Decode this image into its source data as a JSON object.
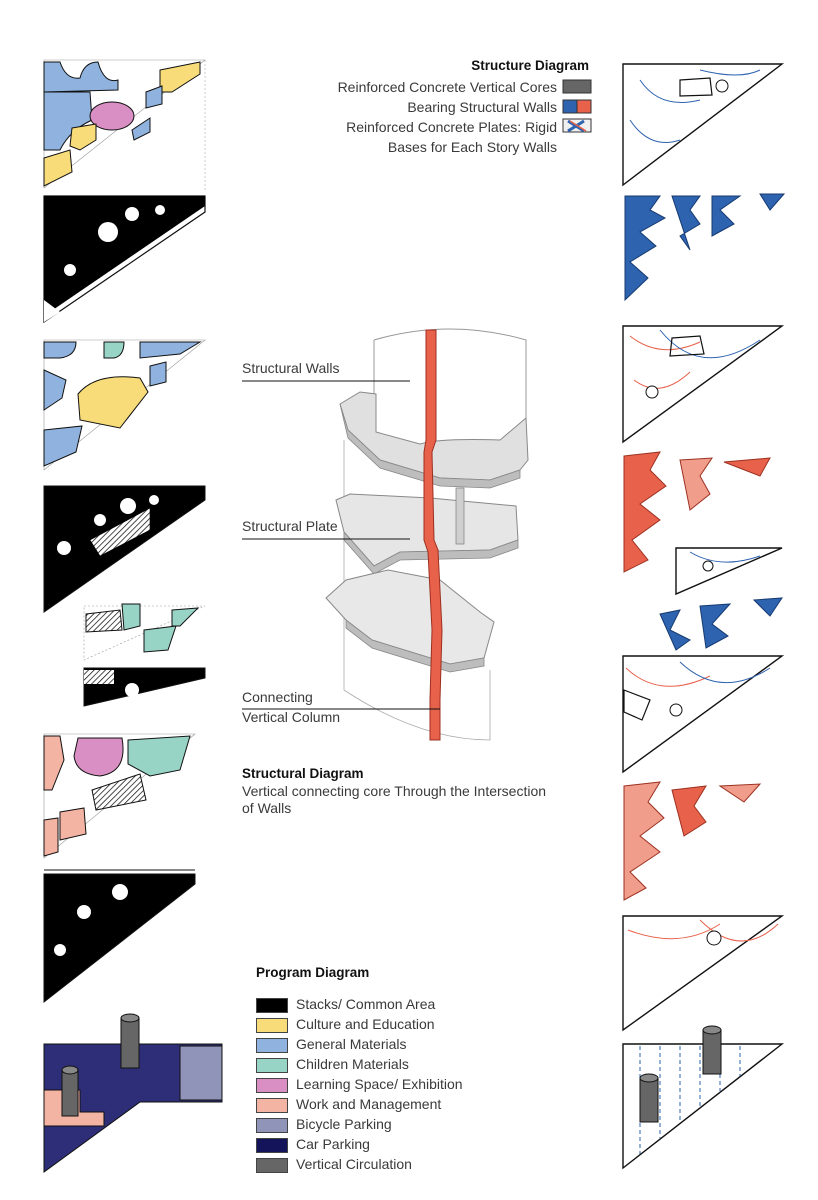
{
  "structure_legend": {
    "title": "Structure Diagram",
    "items": [
      {
        "label": "Reinforced Concrete Vertical Cores",
        "icon": "grey-core-swatch"
      },
      {
        "label": "Bearing Structural Walls",
        "icon": "blue-red-wall-swatch"
      },
      {
        "label": "Reinforced Concrete Plates: Rigid",
        "icon": "x-plate-swatch"
      },
      {
        "label": "Bases for Each Story Walls",
        "icon": ""
      }
    ]
  },
  "axon": {
    "labels": {
      "walls": "Structural Walls",
      "plate": "Structural Plate",
      "column_line1": "Connecting",
      "column_line2": "Vertical Column"
    }
  },
  "structural_caption": {
    "title": "Structural Diagram",
    "line1": "Vertical connecting core Through the Intersection",
    "line2": "of Walls"
  },
  "program_legend": {
    "title": "Program Diagram",
    "items": [
      {
        "label": "Stacks/ Common Area",
        "color": "#000000"
      },
      {
        "label": "Culture and Education",
        "color": "#F7DC79"
      },
      {
        "label": "General Materials",
        "color": "#8FB3DE"
      },
      {
        "label": "Children Materials",
        "color": "#98D4C6"
      },
      {
        "label": "Learning Space/ Exhibition",
        "color": "#D98FC3"
      },
      {
        "label": "Work and Management",
        "color": "#F4B4A4"
      },
      {
        "label": "Bicycle Parking",
        "color": "#8F94B8"
      },
      {
        "label": "Car Parking",
        "color": "#14145A"
      },
      {
        "label": "Vertical Circulation",
        "color": "#666666"
      }
    ]
  },
  "colors": {
    "stacks": "#000000",
    "culture": "#F7DC79",
    "general": "#8FB3DE",
    "children": "#98D4C6",
    "learning": "#D98FC3",
    "work": "#F4B4A4",
    "bicycle": "#8F94B8",
    "car": "#2E2E78",
    "vertical": "#666666",
    "wall_blue": "#2E63B0",
    "wall_red": "#E8614A",
    "plate_grey": "#d6d6d6"
  }
}
